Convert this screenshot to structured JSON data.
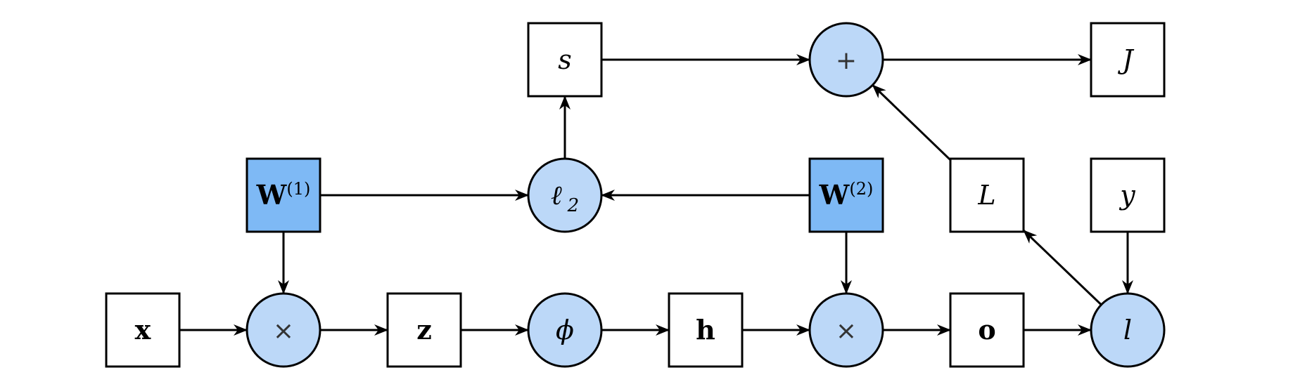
{
  "colors": {
    "param_fill": "#7eb9f5",
    "op_fill": "#bcd8f8",
    "stroke": "#000000",
    "box_fill": "#ffffff"
  },
  "nodes": {
    "x": {
      "label": "x",
      "style": "bold"
    },
    "mul1": {
      "label": "×",
      "style": "op"
    },
    "z": {
      "label": "z",
      "style": "bold"
    },
    "phi": {
      "label": "ϕ",
      "style": "italic"
    },
    "h": {
      "label": "h",
      "style": "bold"
    },
    "mul2": {
      "label": "×",
      "style": "op"
    },
    "o": {
      "label": "o",
      "style": "bold"
    },
    "l": {
      "label": "l",
      "style": "italic"
    },
    "W1": {
      "label": "W",
      "sup": "(1)",
      "style": "bold"
    },
    "l2": {
      "label": "ℓ",
      "sub": "2",
      "style": "italic"
    },
    "W2": {
      "label": "W",
      "sup": "(2)",
      "style": "bold"
    },
    "L": {
      "label": "L",
      "style": "italic"
    },
    "y": {
      "label": "y",
      "style": "italic"
    },
    "s": {
      "label": "s",
      "style": "italic"
    },
    "plus": {
      "label": "+",
      "style": "op"
    },
    "J": {
      "label": "J",
      "style": "italic"
    }
  },
  "edges": [
    [
      "x",
      "mul1"
    ],
    [
      "mul1",
      "z"
    ],
    [
      "z",
      "phi"
    ],
    [
      "phi",
      "h"
    ],
    [
      "h",
      "mul2"
    ],
    [
      "mul2",
      "o"
    ],
    [
      "o",
      "l"
    ],
    [
      "W1",
      "mul1"
    ],
    [
      "W2",
      "mul2"
    ],
    [
      "W1",
      "l2"
    ],
    [
      "W2",
      "l2"
    ],
    [
      "l2",
      "s"
    ],
    [
      "s",
      "plus"
    ],
    [
      "plus",
      "J"
    ],
    [
      "L",
      "plus"
    ],
    [
      "l",
      "L"
    ],
    [
      "y",
      "l"
    ]
  ]
}
